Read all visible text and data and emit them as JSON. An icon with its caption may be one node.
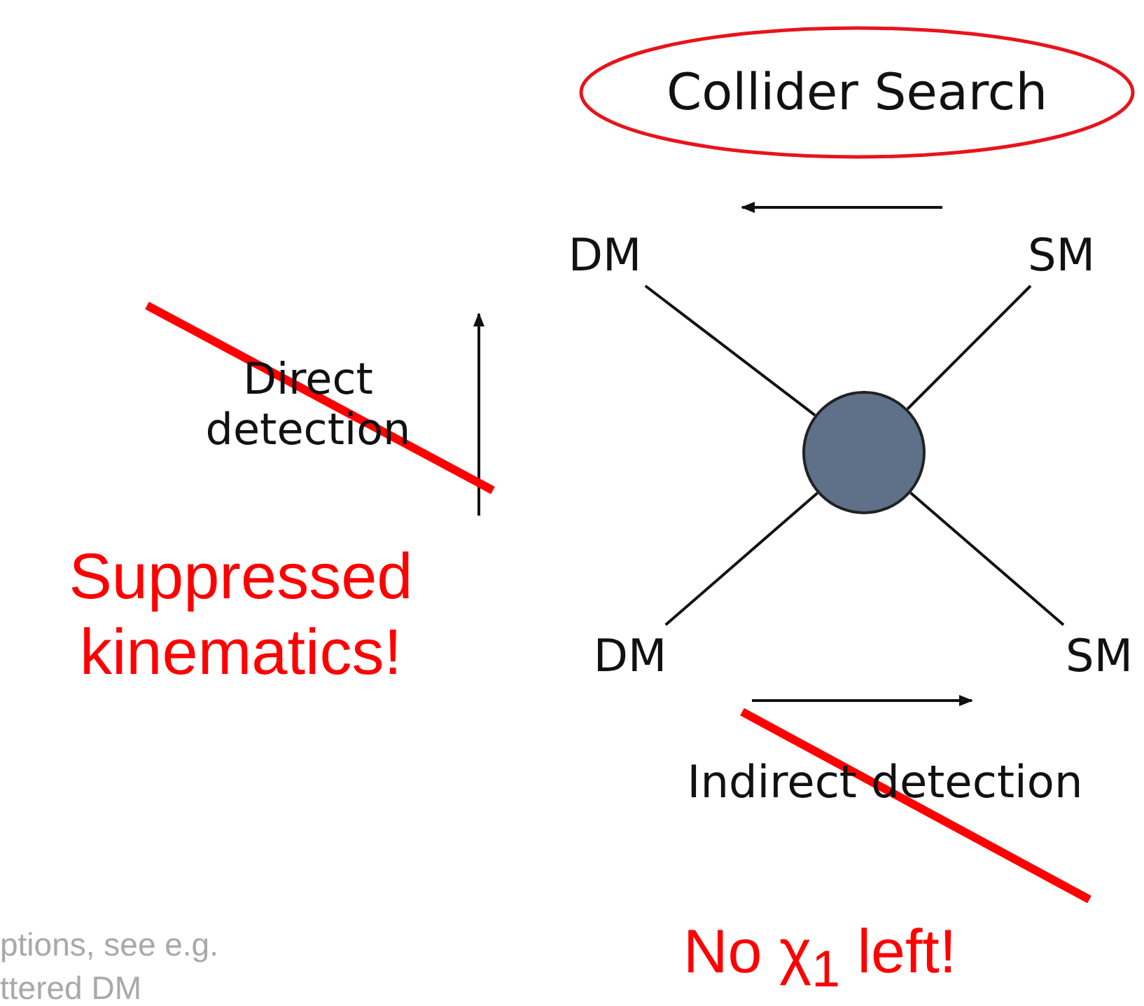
{
  "diagram": {
    "nodes": [
      {
        "text": [
          "Collider Search"
        ]
      },
      {
        "text": [
          "DM"
        ]
      },
      {
        "text": [
          "SM"
        ]
      },
      {
        "text": [],
        "shape": "circle"
      },
      {
        "text": [
          "DM"
        ]
      },
      {
        "text": [
          "SM"
        ]
      }
    ],
    "edges": [
      {
        "from": 1,
        "to": 3,
        "arrow": "none"
      },
      {
        "from": 2,
        "to": 3,
        "arrow": "none"
      },
      {
        "from": 4,
        "to": 3,
        "arrow": "none"
      },
      {
        "from": 5,
        "to": 3,
        "arrow": "none"
      }
    ],
    "labels": [
      "Direct detection",
      "Suppressed kinematics!",
      "Indirect detection",
      "ptions, see e.g.",
      "No χ$_{1}$ left!",
      "ttered DM"
    ]
  }
}
